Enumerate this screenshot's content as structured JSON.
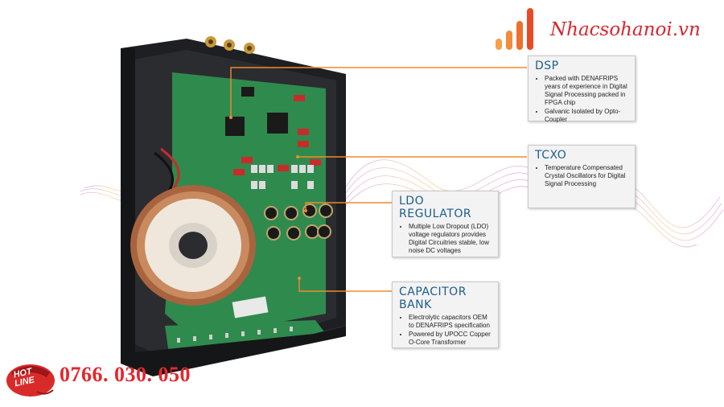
{
  "brand": {
    "logo_text": "Nhacsohanoi.vn",
    "accent_color": "#d8262e",
    "logo_icon": "bars-signal-icon"
  },
  "hotline": {
    "badge_text_1": "HOT",
    "badge_text_2": "LINE",
    "number": "0766. 030. 050",
    "icon": "telephone-icon"
  },
  "callouts": [
    {
      "title": "DSP",
      "items": [
        "Packed with DENAFRIPS years of experience in Digital Signal Processing packed in FPGA chip",
        "Galvanic Isolated by Opto-Coupler"
      ]
    },
    {
      "title": "TCXO",
      "items": [
        "Temperature Compensated Crystal Oscillators for Digital Signal Processing"
      ]
    },
    {
      "title": "LDO REGULATOR",
      "items": [
        "Multiple Low Dropout (LDO) voltage regulators provides Digital Circuitries stable, low noise DC voltages"
      ]
    },
    {
      "title": "CAPACITOR BANK",
      "items": [
        "Electrolytic capacitors OEM to DENAFRIPS specification",
        "Powered by UPOCC Copper O-Core Transformer"
      ]
    }
  ],
  "colors": {
    "title_blue": "#1c5d8c",
    "leader_orange": "#f08a2c",
    "chassis": "#1e1f22",
    "pcb": "#2f8a4e"
  }
}
